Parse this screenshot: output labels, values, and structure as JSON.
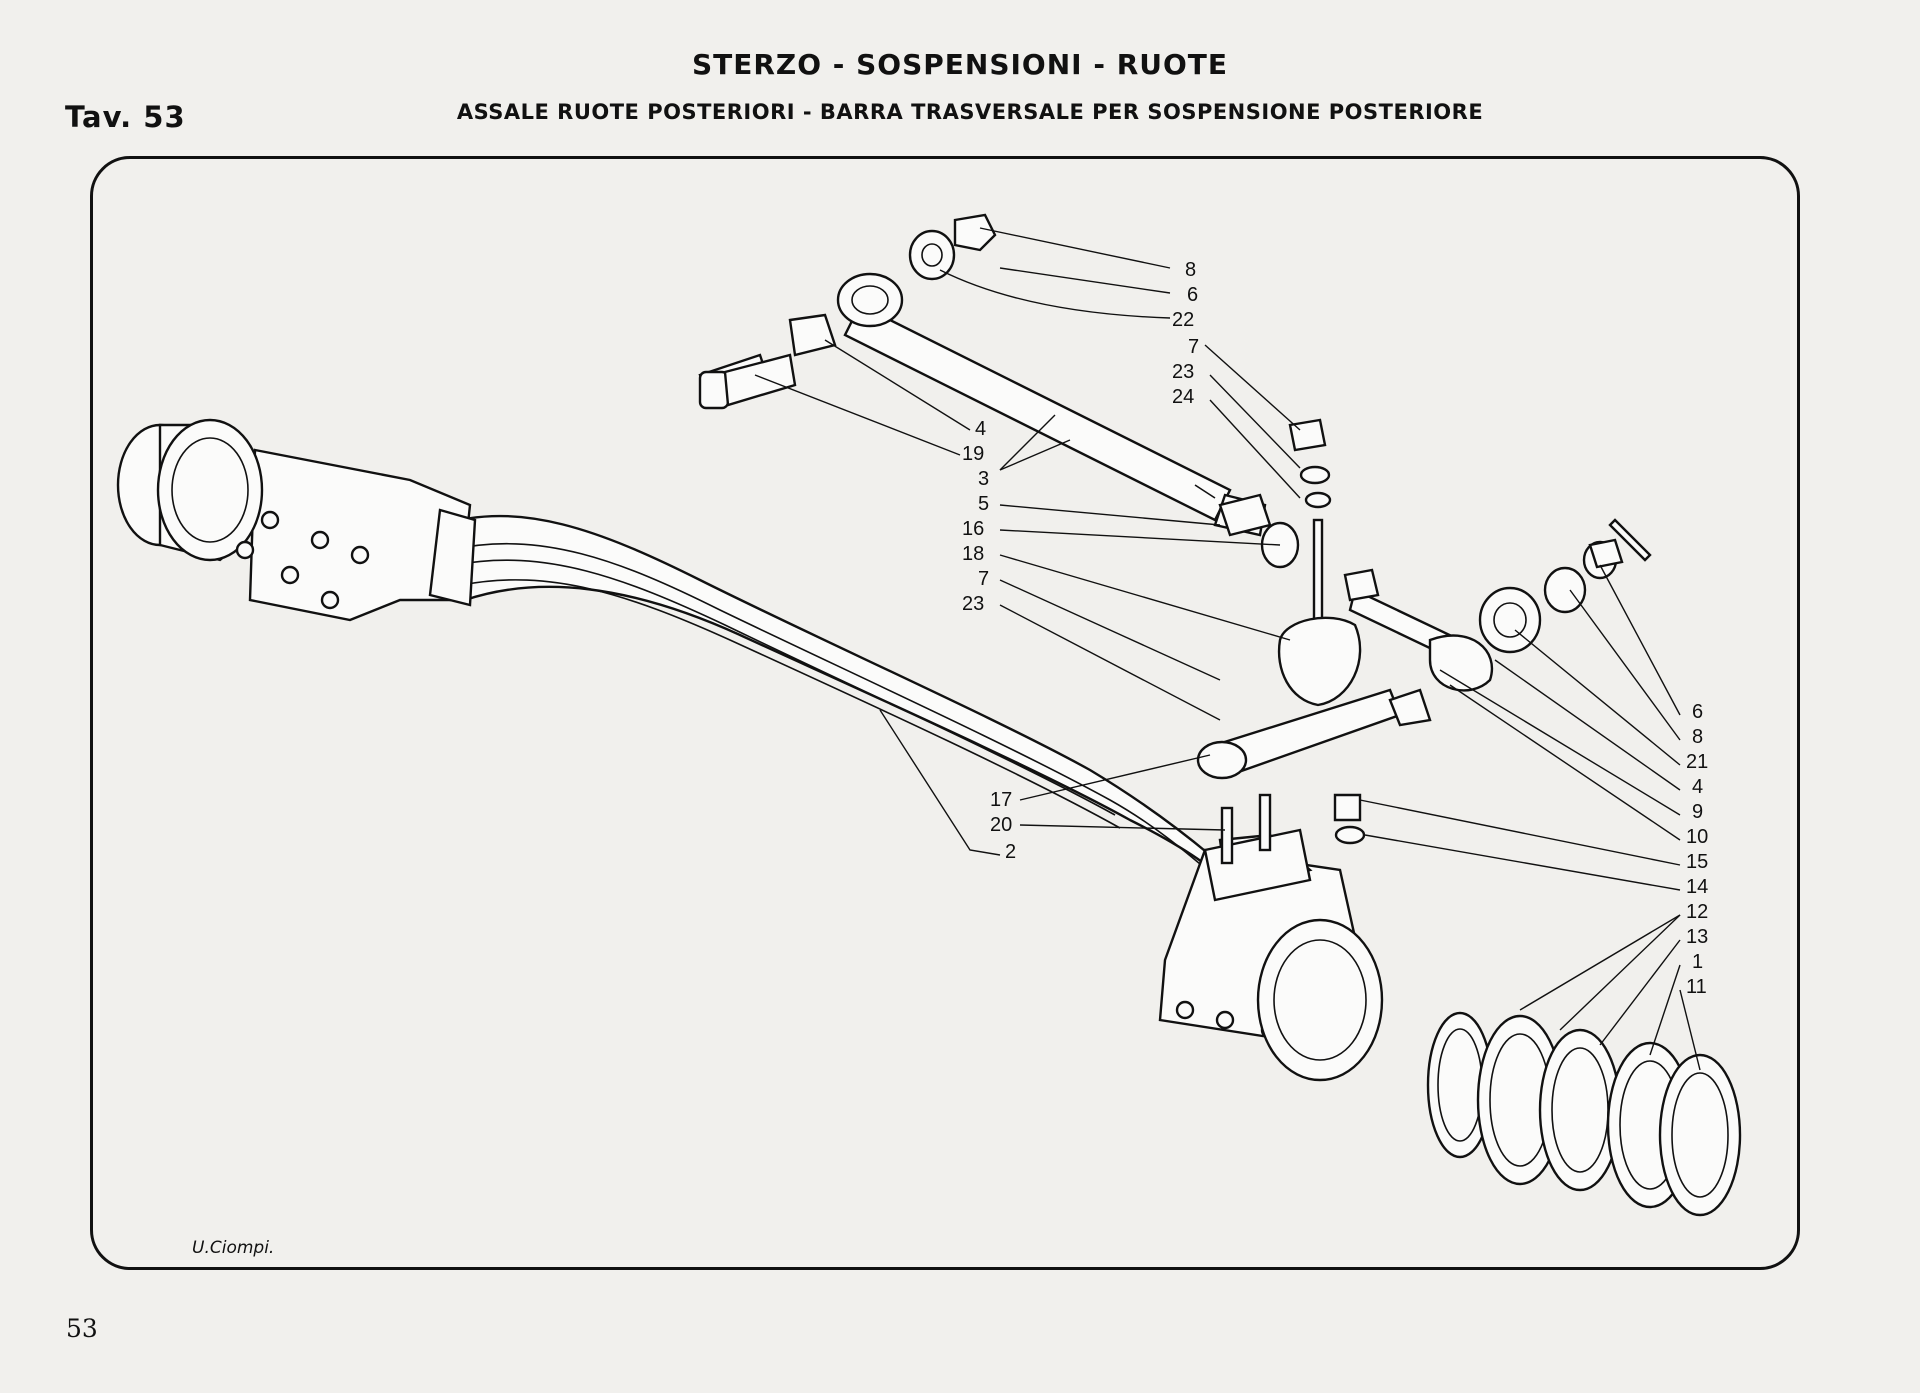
{
  "header": {
    "title": "STERZO - SOSPENSIONI - RUOTE",
    "subtitle": "ASSALE RUOTE POSTERIORI - BARRA TRASVERSALE PER SOSPENSIONE POSTERIORE",
    "plate": "Tav. 53"
  },
  "footer": {
    "page_number": "53",
    "signature": "U.Ciompi."
  },
  "callouts": [
    "8",
    "6",
    "22",
    "7",
    "23",
    "24",
    "4",
    "19",
    "3",
    "5",
    "16",
    "18",
    "7",
    "23",
    "6",
    "8",
    "21",
    "4",
    "9",
    "10",
    "15",
    "14",
    "12",
    "13",
    "1",
    "11",
    "17",
    "20",
    "2"
  ]
}
